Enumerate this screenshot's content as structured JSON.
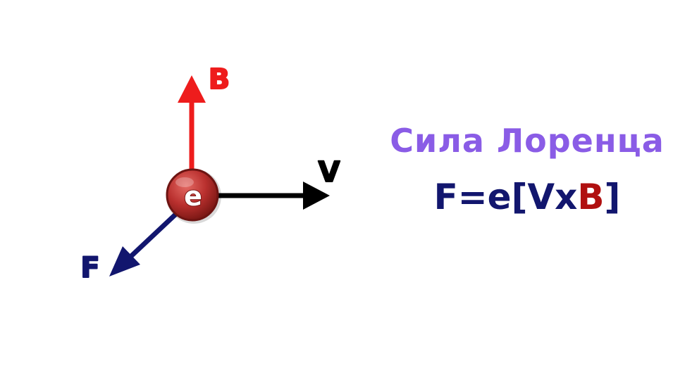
{
  "title": "Сила Лоренца",
  "formula": {
    "prefix": "F=e[V",
    "cross": "x",
    "b": "B",
    "suffix": "]"
  },
  "particle": {
    "label": "e"
  },
  "vectors": {
    "b": {
      "label": "B",
      "color": "#ee1c1c"
    },
    "v": {
      "label": "V",
      "color": "#000000"
    },
    "f": {
      "label": "F",
      "color": "#12166e"
    }
  },
  "colors": {
    "title": "#8a5ce6",
    "formula": "#12166e",
    "formula_b": "#b01010",
    "particle_fill": "#b9302e",
    "particle_highlight": "#e46a64",
    "particle_rim": "#7a1714"
  }
}
